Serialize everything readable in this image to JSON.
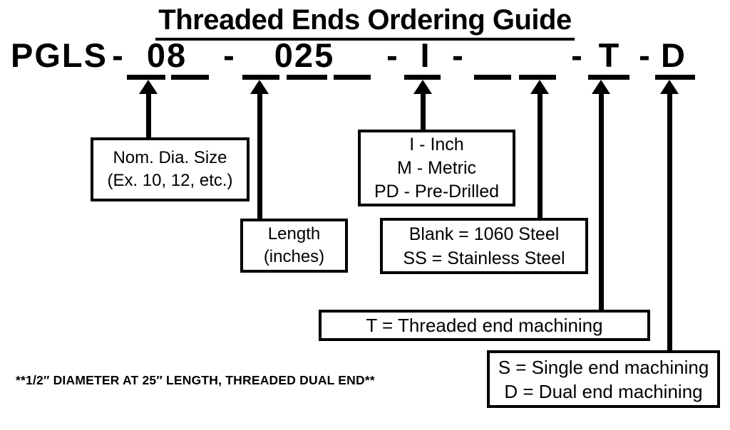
{
  "title": "Threaded Ends Ordering Guide",
  "part_code": {
    "prefix": "PGLS",
    "separator": "-",
    "diameter": "08",
    "length": "025",
    "units": "I",
    "material": "",
    "machining": "T",
    "ends": "D"
  },
  "callouts": {
    "diameter": {
      "lines": [
        "Nom. Dia. Size",
        "(Ex. 10, 12, etc.)"
      ]
    },
    "length": {
      "lines": [
        "Length",
        "(inches)"
      ]
    },
    "units": {
      "lines": [
        "I - Inch",
        "M - Metric",
        "PD - Pre-Drilled"
      ]
    },
    "material": {
      "lines": [
        "Blank = 1060 Steel",
        "SS = Stainless Steel"
      ]
    },
    "machining": {
      "lines": [
        "T = Threaded end machining"
      ]
    },
    "ends": {
      "lines": [
        "S = Single end machining",
        "D = Dual end machining"
      ]
    }
  },
  "footnote": "**1/2″ DIAMETER AT 25″ LENGTH, THREADED DUAL END**",
  "colors": {
    "ink": "#000000",
    "background": "#ffffff"
  }
}
